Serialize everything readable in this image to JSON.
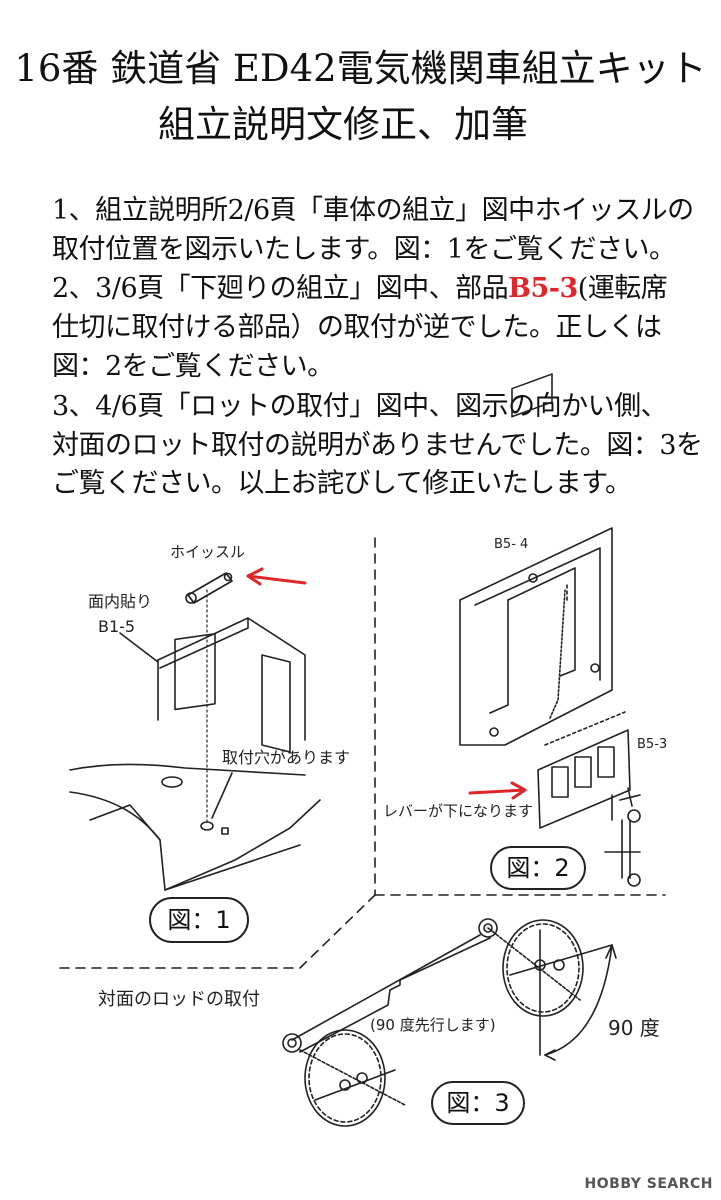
{
  "title": {
    "line1": "16番 鉄道省 ED42電気機関車組立キット",
    "line2": "組立説明文修正、加筆"
  },
  "notes": [
    {
      "text": "1、組立説明所2/6頁「車体の組立」図中ホイッスルの"
    },
    {
      "text": "取付位置を図示いたします。図：1をご覧ください。"
    },
    {
      "pre": "2、3/6頁「下廻りの組立」図中、部品",
      "part": "B5-3",
      "post": "(運転席"
    },
    {
      "text": "仕切に取付ける部品）の取付が逆でした。正しくは"
    },
    {
      "text": "図：2をご覧ください。"
    },
    {
      "text": "3、4/6頁「ロットの取付」図中、図示の向かい側、"
    },
    {
      "text": "対面のロット取付の説明がありませんでした。図：3を"
    },
    {
      "text": "ご覧ください。以上お詫びして修正いたします。"
    }
  ],
  "figure1": {
    "whistle_label": "ホイッスル",
    "inner_label": "面内貼り",
    "part_label": "B1-5",
    "hole_label": "取付穴があります",
    "caption": "図：1"
  },
  "figure2": {
    "part_top": "B5- 4",
    "part_bottom": "B5-3",
    "lever_label": "レバーが下になります",
    "caption": "図：2"
  },
  "figure3": {
    "rod_label": "対面のロッドの取付",
    "lead_label": "(90 度先行します)",
    "angle_label": "90 度",
    "caption": "図：3"
  },
  "colors": {
    "accent_red": "#e0262a"
  },
  "watermark": "HOBBY SEARCH"
}
